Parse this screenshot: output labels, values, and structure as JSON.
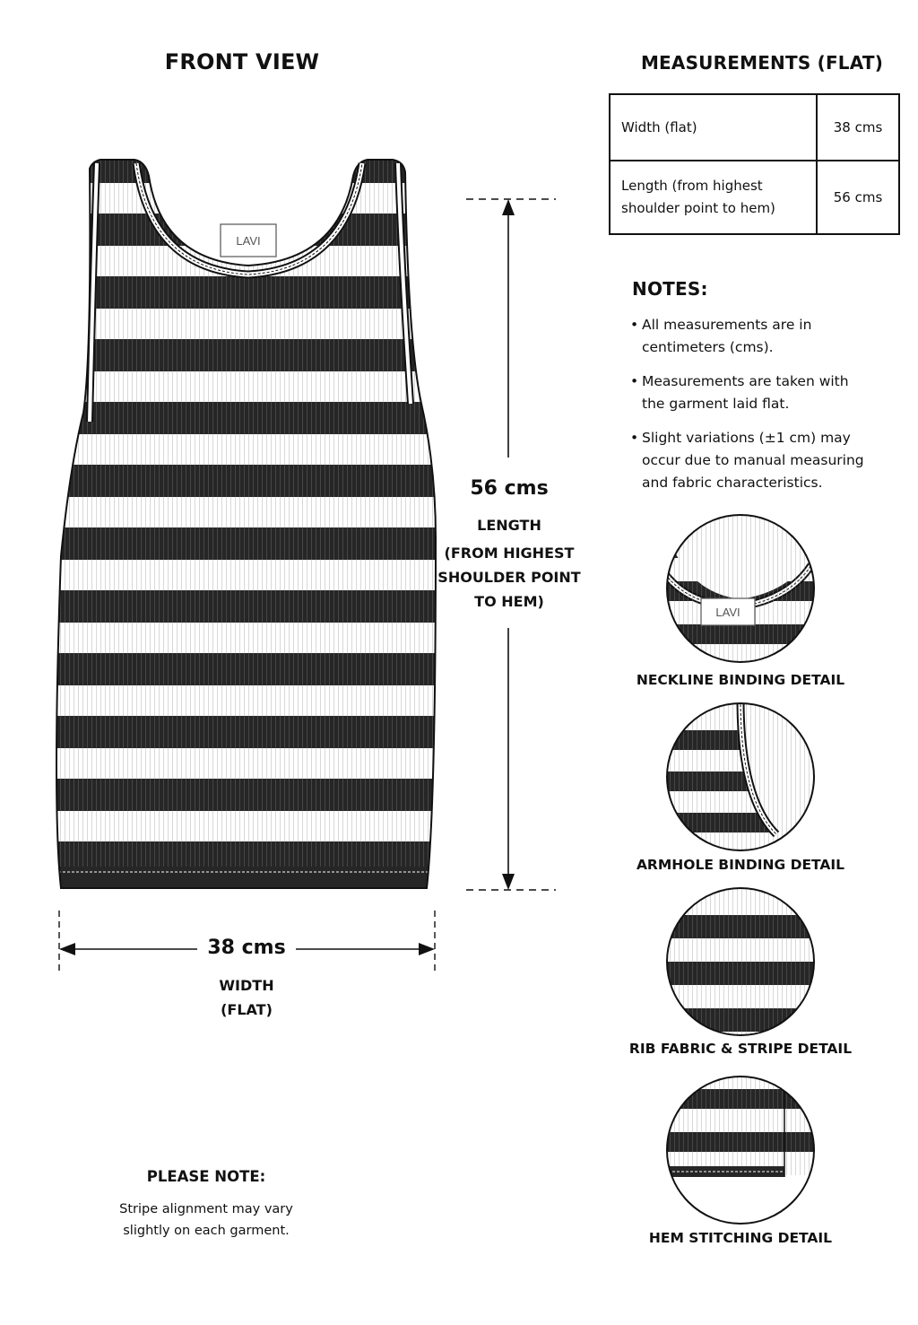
{
  "front_view": {
    "title": "FRONT VIEW",
    "label_tag": "LAVI"
  },
  "measurements": {
    "title": "MEASUREMENTS (FLAT)",
    "rows": [
      {
        "label": "Width (flat)",
        "value": "38 cms"
      },
      {
        "label_line1": "Length (from highest",
        "label_line2": "shoulder point to hem)",
        "value": "56 cms"
      }
    ]
  },
  "notes": {
    "title": "NOTES:",
    "items": [
      {
        "line1": "All measurements are in",
        "line2": "centimeters (cms)."
      },
      {
        "line1": "Measurements are taken with",
        "line2": "the garment laid flat."
      },
      {
        "line1": "Slight variations (±1 cm) may",
        "line2": "occur due to manual measuring",
        "line3": "and fabric characteristics."
      }
    ]
  },
  "length_dimension": {
    "value": "56 cms",
    "label": "LENGTH",
    "sub_line1": "(FROM HIGHEST",
    "sub_line2": "SHOULDER POINT",
    "sub_line3": "TO HEM)"
  },
  "width_dimension": {
    "value": "38 cms",
    "label_line1": "WIDTH",
    "label_line2": "(FLAT)"
  },
  "details": {
    "neckline": {
      "label": "NECKLINE BINDING DETAIL",
      "tag": "LAVI"
    },
    "armhole": {
      "label": "ARMHOLE BINDING DETAIL"
    },
    "rib": {
      "label": "RIB FABRIC & STRIPE DETAIL"
    },
    "hem": {
      "label": "HEM STITCHING DETAIL"
    }
  },
  "please_note": {
    "title": "PLEASE NOTE:",
    "line1": "Stripe alignment may vary",
    "line2": "slightly on each garment."
  },
  "colors": {
    "stripe_dark": "#262626",
    "stripe_light": "#ffffff",
    "line": "#111111"
  }
}
